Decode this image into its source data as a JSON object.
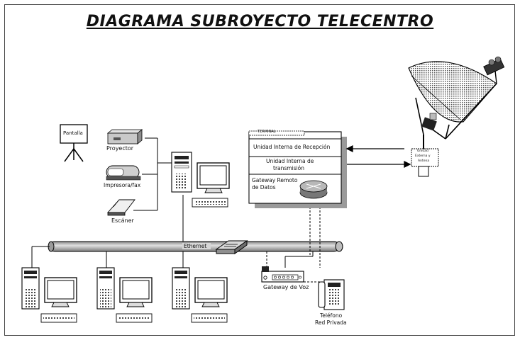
{
  "title": "DIAGRAMA SUBROYECTO TELECENTRO",
  "labels": {
    "pantalla": "Pantalla",
    "proyector": "Proyector",
    "impresora": "Impresora/fax",
    "escaner": "Escáner",
    "ethernet": "Ethernet",
    "gateway_voz": "Gateway de Voz",
    "telefono_line1": "Teléfono",
    "telefono_line2": "Red Privada",
    "terminal_header": "TERMINAL",
    "unidad_recepcion": "Unidad Interna de Recepción",
    "unidad_tx_line1": "Unidad Interna de",
    "unidad_tx_line2": "transmisión",
    "gateway_datos_line1": "Gateway Remoto",
    "gateway_datos_line2": "de Datos",
    "outdoor_line1": "Unidad",
    "outdoor_line2": "Externa y",
    "outdoor_line3": "Antena"
  },
  "colors": {
    "line": "#000000",
    "grey_fill": "#c8c8c8",
    "dark_fill": "#222222",
    "shadow": "#9a9a9a"
  }
}
